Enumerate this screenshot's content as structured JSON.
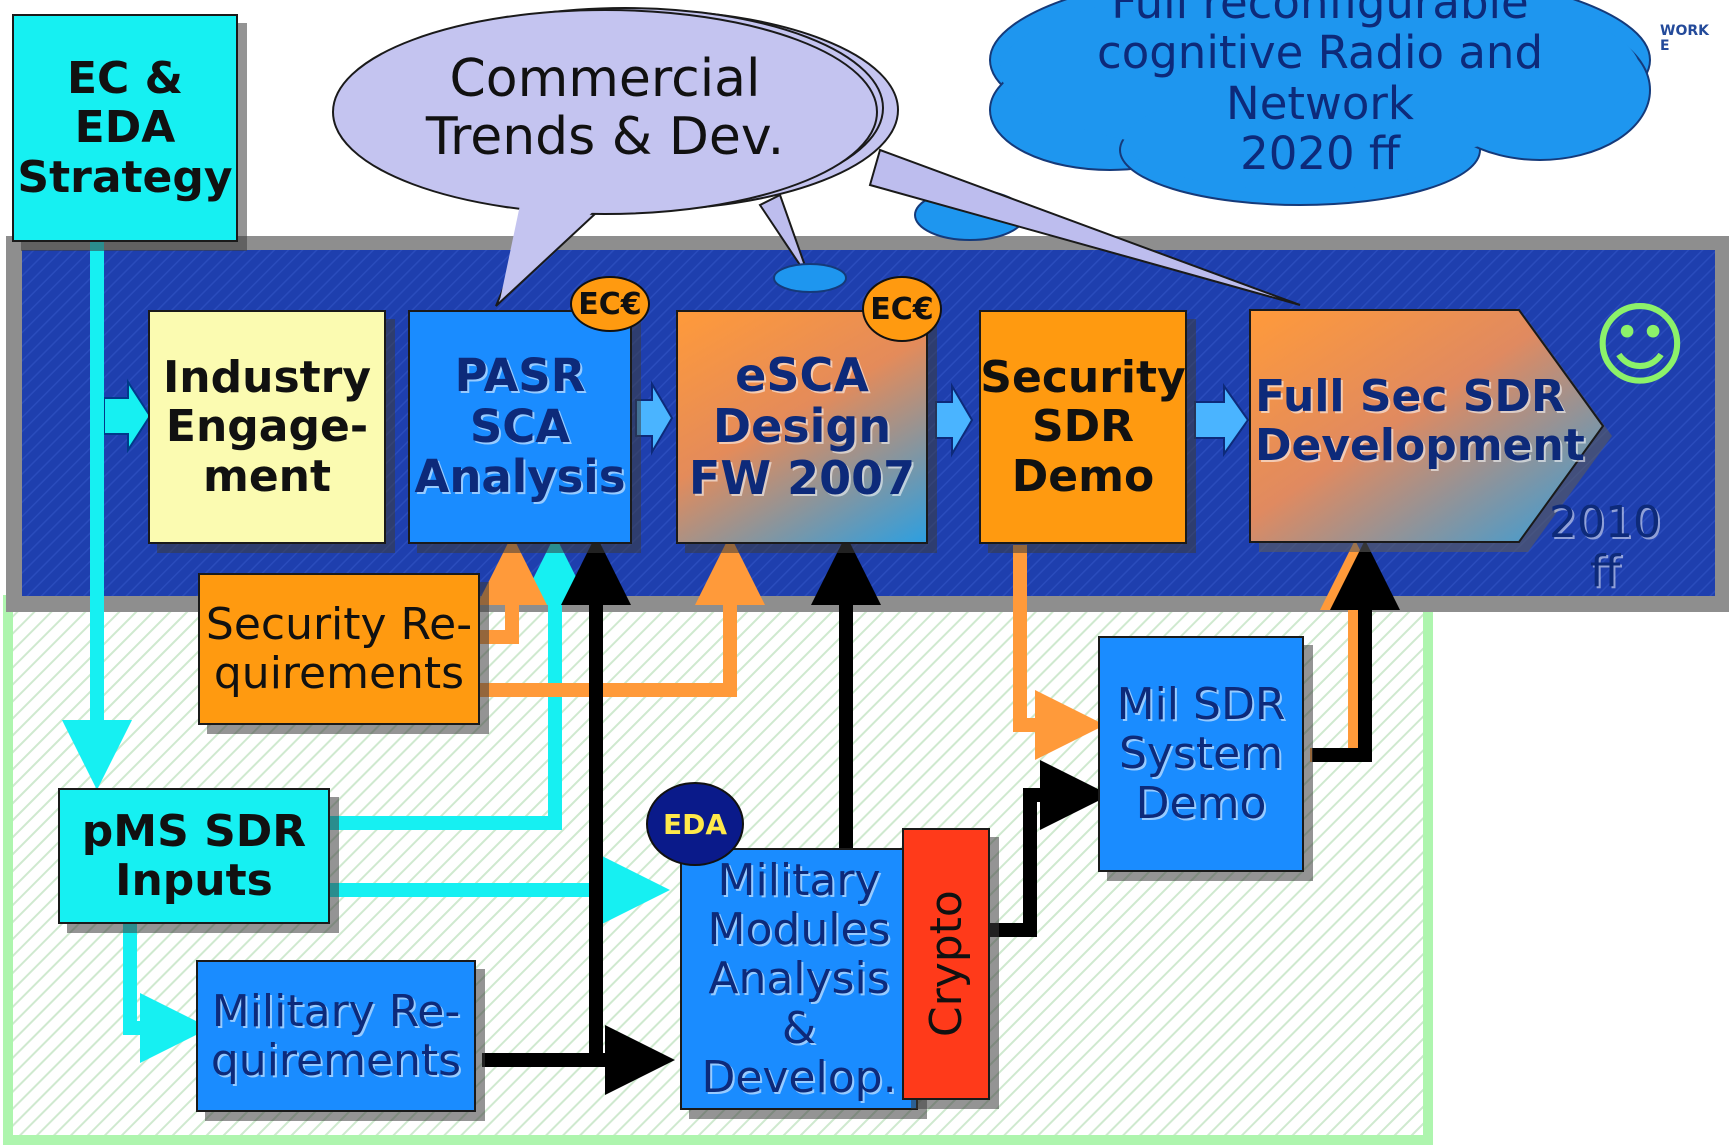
{
  "strategy": {
    "label": "EC &\nEDA\nStrategy"
  },
  "bubble": {
    "label": "Commercial\nTrends & Dev."
  },
  "cloud": {
    "label": "Full reconfigurable\ncognitive Radio and\nNetwork\n2020 ff"
  },
  "logo": {
    "label": "WORK\nE"
  },
  "top_row": {
    "industry": "Industry\nEngage-\nment",
    "pasr": "PASR\nSCA\nAnalysis",
    "esca": "eSCA\nDesign\nFW 2007",
    "security_demo": "Security\nSDR\nDemo",
    "full_sec": "Full Sec SDR\nDevelopment",
    "year": "2010\nff",
    "smiley": "☺"
  },
  "badges": {
    "ec1": "EC€",
    "ec2": "EC€",
    "eda": "EDA"
  },
  "lower": {
    "security_req": "Security Re-\nquirements",
    "pms": "pMS SDR\nInputs",
    "military_req": "Military Re-\nquirements",
    "military_modules": "Military\nModules\nAnalysis\n& Develop.",
    "crypto": "Crypto",
    "mil_demo": "Mil SDR\nSystem\nDemo"
  },
  "colors": {
    "band": "#1e3fae",
    "cyan": "#16f0f2",
    "orange": "#ff9a10",
    "blue": "#1a8cff",
    "red": "#ff3a1a",
    "navy": "#0a1a8a"
  }
}
